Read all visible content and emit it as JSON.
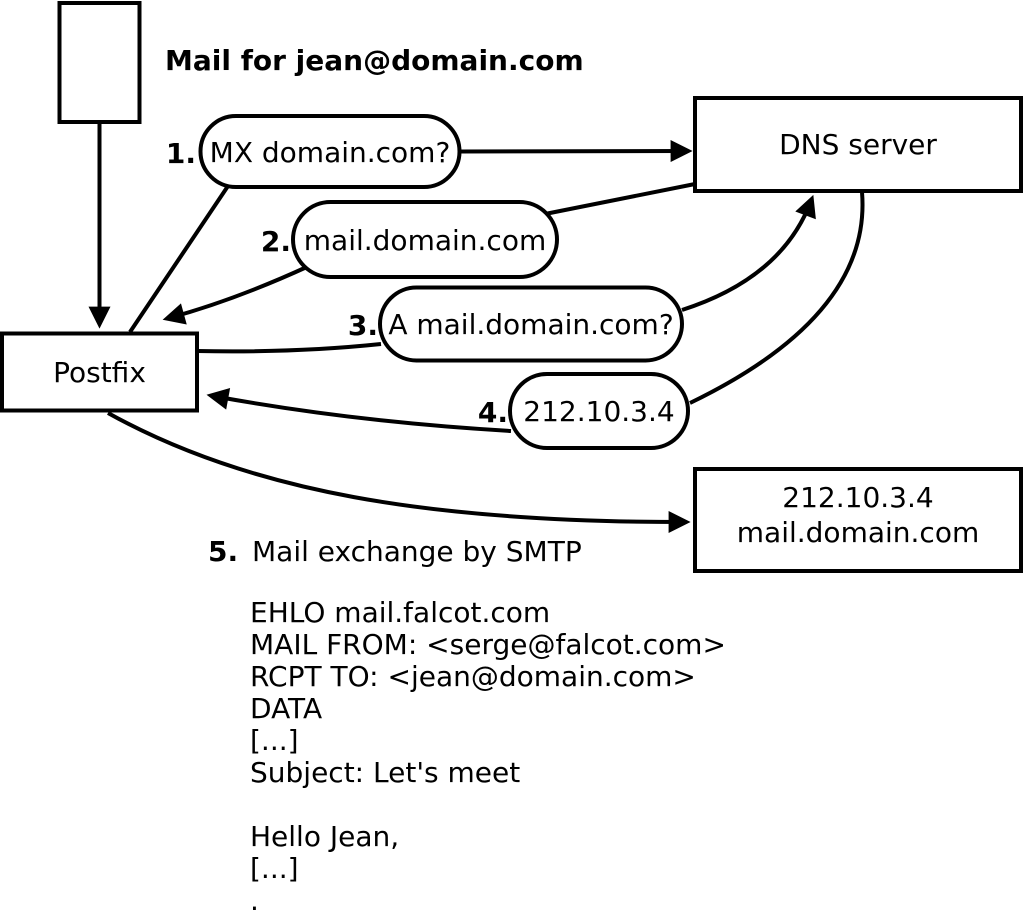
{
  "diagram": {
    "headline": "Mail for jean@domain.com",
    "nodes": {
      "postfix": {
        "label": "Postfix"
      },
      "dns_server": {
        "label": "DNS server"
      },
      "result_host": {
        "line1": "212.10.3.4",
        "line2": "mail.domain.com"
      }
    },
    "steps": [
      {
        "num": "1.",
        "label": "MX domain.com?"
      },
      {
        "num": "2.",
        "label": "mail.domain.com"
      },
      {
        "num": "3.",
        "label": "A mail.domain.com?"
      },
      {
        "num": "4.",
        "label": "212.10.3.4"
      },
      {
        "num": "5.",
        "label": "Mail exchange by SMTP"
      }
    ],
    "smtp_session": {
      "lines": [
        "EHLO mail.falcot.com",
        "MAIL FROM: <serge@falcot.com>",
        "RCPT TO: <jean@domain.com>",
        "DATA",
        "[...]",
        "Subject: Let's meet",
        "",
        "Hello Jean,",
        "[...]",
        "."
      ]
    },
    "colors": {
      "stroke": "#000000",
      "background": "#ffffff"
    }
  }
}
